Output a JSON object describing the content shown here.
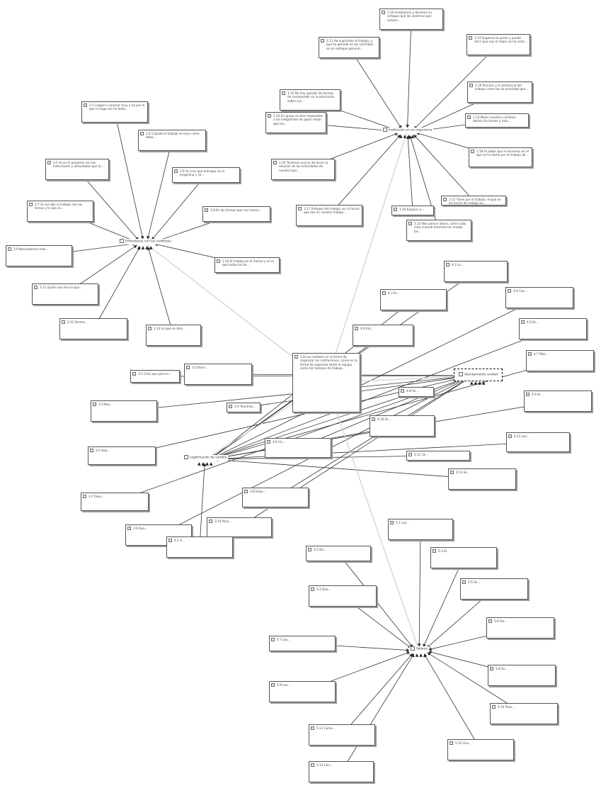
{
  "diagram": {
    "hubs": [
      {
        "id": "h1",
        "label": "Institución en un organismo"
      },
      {
        "id": "h2",
        "label": "Enfrentarse con los conflictos"
      },
      {
        "id": "h3",
        "label": "Asentamiento unidad"
      },
      {
        "id": "h4",
        "label": "Legitimación de cambio"
      },
      {
        "id": "h5",
        "label": "Valores"
      }
    ],
    "quotes": [
      {
        "id": "q1",
        "hub": "h1",
        "text": "1:10 Aceptamos y decimos su enfoque que los sistemas que actúan..."
      },
      {
        "id": "q2",
        "hub": "h1",
        "text": "1:11 Ha suprimido el trabajo, y que ha ganado en los contratos en un enfoque general..."
      },
      {
        "id": "q3",
        "hub": "h1",
        "text": "1:14 Sugerencia poner y puede decir que soy el mejor se ha visto..."
      },
      {
        "id": "q4",
        "hub": "h1",
        "text": "1:12 No hay opinión las formas de comprender en la educación sobre sus..."
      },
      {
        "id": "q5",
        "hub": "h1",
        "text": "1:16 Proceso y la asistencia del trabajo como las de actividad que..."
      },
      {
        "id": "q6",
        "hub": "h1",
        "text": "1:13 Mejor nuestros cambios dentro las tareas y más..."
      },
      {
        "id": "q7",
        "hub": "h1",
        "text": "1:15 En grupo se dice respuestas a los integrantes de quien mejor que los..."
      },
      {
        "id": "q8",
        "hub": "h1",
        "text": "1:18 Al saber que lo hacemos en el que se ha dicho por el trabajo de..."
      },
      {
        "id": "q9",
        "hub": "h1",
        "text": "1:19 Tenemos acerca de hacer la relación de las actividades de nuestro tipo..."
      },
      {
        "id": "q10",
        "hub": "h1",
        "text": "1:17 Enfoque del trabajo, en la forma que eso es nuestro trabajo..."
      },
      {
        "id": "q11",
        "hub": "h1",
        "text": "1:20 Explicar a..."
      },
      {
        "id": "q12",
        "hub": "h1",
        "text": "1:21 Tiene por el trabajo, el que se ha hecho de trabajo en..."
      },
      {
        "id": "q13",
        "hub": "h1",
        "text": "1:22 Nos parece ahora, como cada cosa cuando tenemos las modas las..."
      },
      {
        "id": "q14",
        "hub": "h2",
        "text": "2:1 Llegué a conocer muy a mí por lo que lo hago me ha dado..."
      },
      {
        "id": "q15",
        "hub": "h2",
        "text": "2:4 Cuando el trabajo se hace como debe..."
      },
      {
        "id": "q16",
        "hub": "h2",
        "text": "2:5 Yo en el proyecto con las intenciones y actividades que la..."
      },
      {
        "id": "q17",
        "hub": "h2",
        "text": "2:6 Yo creo que entregar es el programa y se..."
      },
      {
        "id": "q18",
        "hub": "h2",
        "text": "2:7 Si nos dan el trabajo con los temas y lo que es..."
      },
      {
        "id": "q19",
        "hub": "h2",
        "text": "2:8 En las formas que nos hacen..."
      },
      {
        "id": "q20",
        "hub": "h2",
        "text": "2:9 Necesitamos más..."
      },
      {
        "id": "q21",
        "hub": "h2",
        "text": "2:10 El trabajo en el mismo y es el que todos los de..."
      },
      {
        "id": "q22",
        "hub": "h2",
        "text": "2:11 Quién nos dice lo que..."
      },
      {
        "id": "q23",
        "hub": "h2",
        "text": "2:12 Dentro..."
      },
      {
        "id": "q24",
        "hub": "h2",
        "text": "2:13 Lo que se dice..."
      },
      {
        "id": "q25",
        "hub": "h3",
        "text": "3:1 Creo que para la..."
      },
      {
        "id": "q26",
        "hub": "h3",
        "text": "3:2 Decir..."
      },
      {
        "id": "q27",
        "hub": "h3",
        "text": "3:3 Nos..."
      },
      {
        "id": "q28",
        "hub": "h3",
        "text": "3:4 Tenemos..."
      },
      {
        "id": "q29",
        "hub": "h3",
        "text": "3:5 Hay..."
      },
      {
        "id": "q30",
        "hub": "h3",
        "text": "3:6 Un..."
      },
      {
        "id": "q31",
        "hub": "h3",
        "text": "3:7 Pues..."
      },
      {
        "id": "q32",
        "hub": "h3",
        "text": "3:8 Estar..."
      },
      {
        "id": "q33",
        "hub": "h3",
        "text": "3:9 Que..."
      },
      {
        "id": "q34",
        "hub": "h3",
        "text": "3:10 Para..."
      },
      {
        "id": "q35",
        "hub": "h4",
        "text": "4:1 A..."
      },
      {
        "id": "q36",
        "hub": "h4",
        "text": "4:2 Lo..."
      },
      {
        "id": "q37",
        "hub": "h4",
        "text": "4:3 Si..."
      },
      {
        "id": "q38",
        "hub": "h4",
        "text": "4:4 Con..."
      },
      {
        "id": "q39",
        "hub": "h4",
        "text": "4:5 En..."
      },
      {
        "id": "q40",
        "hub": "h4",
        "text": "4:6 Por..."
      },
      {
        "id": "q41",
        "hub": "h4",
        "text": "4:7 Más..."
      },
      {
        "id": "q42",
        "hub": "h4",
        "text": "4:8 Se..."
      },
      {
        "id": "q43",
        "hub": "h4",
        "text": "4:9 Al..."
      },
      {
        "id": "q44",
        "hub": "h4",
        "text": "4:10 Es..."
      },
      {
        "id": "q45",
        "hub": "h4",
        "text": "4:11 Las..."
      },
      {
        "id": "q46",
        "hub": "h4",
        "text": "4:12 Un..."
      },
      {
        "id": "q47",
        "hub": "h4",
        "text": "4:13 Es..."
      },
      {
        "id": "q48",
        "hub": "h5",
        "text": "5:1 Los..."
      },
      {
        "id": "q49",
        "hub": "h5",
        "text": "5:2 De..."
      },
      {
        "id": "q50",
        "hub": "h5",
        "text": "5:3 El..."
      },
      {
        "id": "q51",
        "hub": "h5",
        "text": "5:4 Que..."
      },
      {
        "id": "q52",
        "hub": "h5",
        "text": "5:5 Se..."
      },
      {
        "id": "q53",
        "hub": "h5",
        "text": "5:6 Por..."
      },
      {
        "id": "q54",
        "hub": "h5",
        "text": "5:7 Las..."
      },
      {
        "id": "q55",
        "hub": "h5",
        "text": "5:8 Su..."
      },
      {
        "id": "q56",
        "hub": "h5",
        "text": "5:9 Los..."
      },
      {
        "id": "q57",
        "hub": "h5",
        "text": "5:10 Para..."
      },
      {
        "id": "q58",
        "hub": "h5",
        "text": "5:11 Como..."
      },
      {
        "id": "q59",
        "hub": "h5",
        "text": "5:12 Una..."
      },
      {
        "id": "q60",
        "hub": "h5",
        "text": "5:13 Con..."
      }
    ],
    "central_note": "1:8 Los cambios en la forma de organizar las instituciones, como en la forma de organizar tanto el equipo como los tiempos de trabajo..."
  }
}
